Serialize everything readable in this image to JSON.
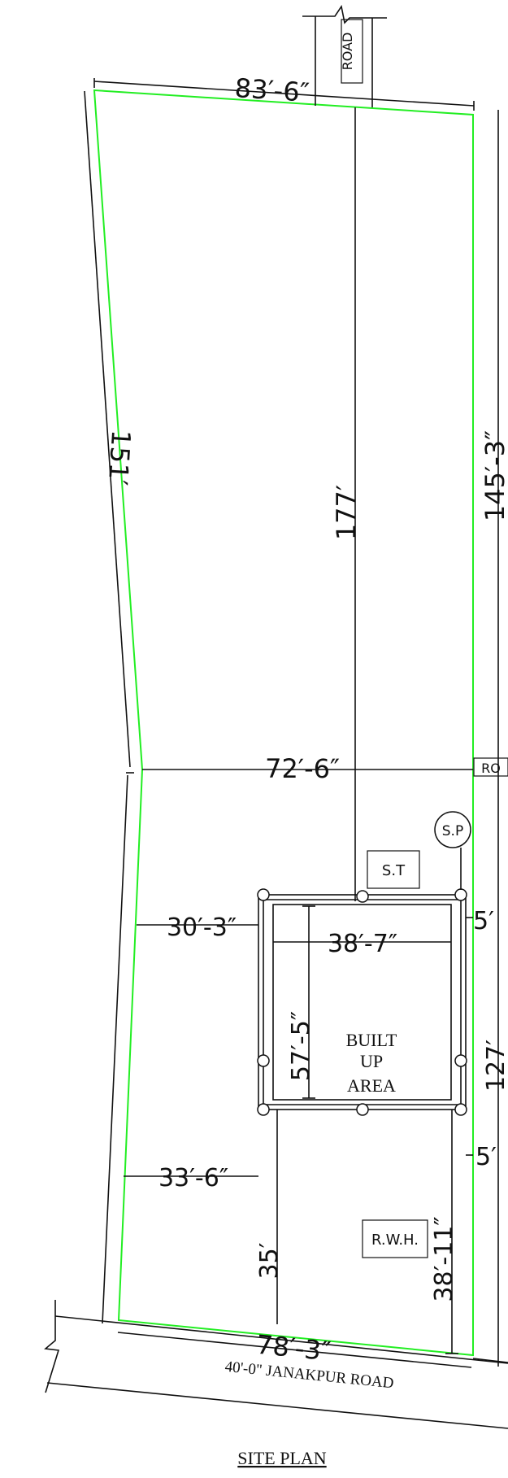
{
  "colors": {
    "plot_boundary": "#22ee22",
    "lines": "#111111",
    "background": "#ffffff"
  },
  "labels": {
    "road_top": "ROAD",
    "road_right": "RO",
    "front_road": "40'-0\" JANAKPUR ROAD",
    "title": "SITE PLAN",
    "septic_tank": "S.T",
    "soak_pit": "S.P",
    "rain_water": "R.W.H.",
    "built_up_line1": "BUILT",
    "built_up_line2": "UP",
    "built_up_line3": "AREA"
  },
  "dimensions": {
    "top_width": "83′-6″",
    "left_upper": "151′",
    "center_depth": "177′",
    "right_upper": "145′-3″",
    "mid_width": "72′-6″",
    "left_setback_top": "30′-3″",
    "building_width": "38′-7″",
    "building_depth": "57′-5″",
    "right_setback_top": "5′",
    "right_setback_bottom": "5′",
    "right_lower": "127′",
    "left_setback_bottom": "33′-6″",
    "front_setback": "35′",
    "right_front_setback": "38′-11″",
    "bottom_width": "78′-3″"
  }
}
